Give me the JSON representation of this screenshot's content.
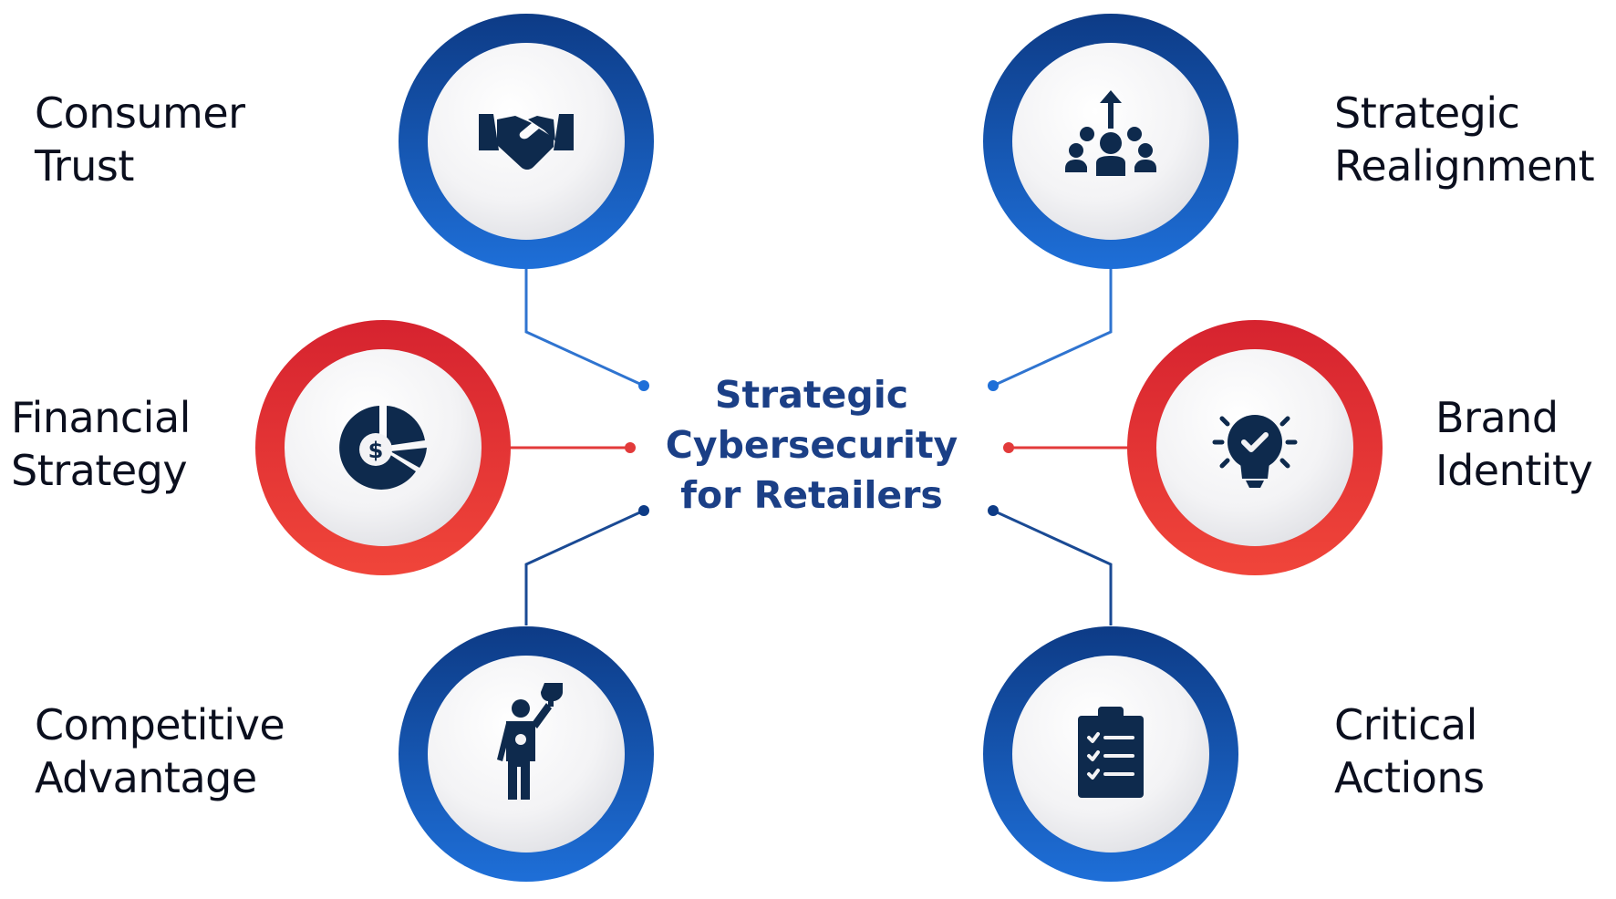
{
  "center": {
    "title_lines": [
      "Strategic",
      "Cybersecurity",
      "for Retailers"
    ]
  },
  "nodes": [
    {
      "id": "consumer-trust",
      "label_lines": [
        "Consumer",
        "Trust"
      ],
      "icon": "handshake-icon",
      "ring": "blue"
    },
    {
      "id": "financial-strategy",
      "label_lines": [
        "Financial",
        "Strategy"
      ],
      "icon": "dollar-pie-chart-icon",
      "ring": "red"
    },
    {
      "id": "competitive-advantage",
      "label_lines": [
        "Competitive",
        "Advantage"
      ],
      "icon": "person-trophy-icon",
      "ring": "blue"
    },
    {
      "id": "strategic-realignment",
      "label_lines": [
        "Strategic",
        "Realignment"
      ],
      "icon": "team-arrow-up-icon",
      "ring": "blue"
    },
    {
      "id": "brand-identity",
      "label_lines": [
        "Brand",
        "Identity"
      ],
      "icon": "lightbulb-check-icon",
      "ring": "red"
    },
    {
      "id": "critical-actions",
      "label_lines": [
        "Critical",
        "Actions"
      ],
      "icon": "clipboard-checklist-icon",
      "ring": "blue"
    }
  ],
  "colors": {
    "blue_ring_dark": "#0d3b86",
    "blue_ring_light": "#1e6fd8",
    "red_ring_dark": "#d6232f",
    "red_ring_light": "#f0453a",
    "icon": "#0e2a4d",
    "center_text": "#1b3f86",
    "label_text": "#0b0f1e"
  }
}
